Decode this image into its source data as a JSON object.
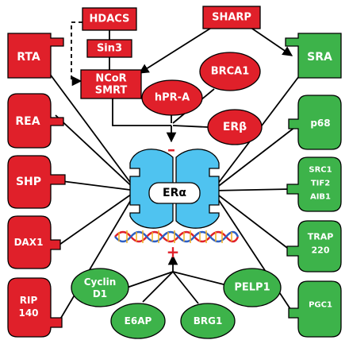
{
  "nodes": {
    "hdacs": "HDACS",
    "sin3": "Sin3",
    "ncor_line1": "NCoR",
    "ncor_line2": "SMRT",
    "sharp": "SHARP",
    "rta": "RTA",
    "brca1": "BRCA1",
    "hpra": "hPR-A",
    "erbeta": "ERβ",
    "sra": "SRA",
    "rea": "REA",
    "shp": "SHP",
    "dax1": "DAX1",
    "rip_line1": "RIP",
    "rip_line2": "140",
    "p68": "p68",
    "src_line1": "SRC1",
    "src_line2": "TIF2",
    "src_line3": "AIB1",
    "trap_line1": "TRAP",
    "trap_line2": "220",
    "pgc1": "PGC1",
    "cyclin_line1": "Cyclin",
    "cyclin_line2": "D1",
    "e6ap": "E6AP",
    "brg1": "BRG1",
    "pelp1": "PELP1",
    "er_alpha": "ERα"
  },
  "signs": {
    "minus": "–",
    "plus": "+"
  },
  "colors": {
    "repressor": "#e0202a",
    "activator": "#3db34a",
    "receptor": "#4fc3f0",
    "dna_a": "#e0202a",
    "dna_b": "#2d5fc4",
    "dna_c": "#f0b020"
  }
}
